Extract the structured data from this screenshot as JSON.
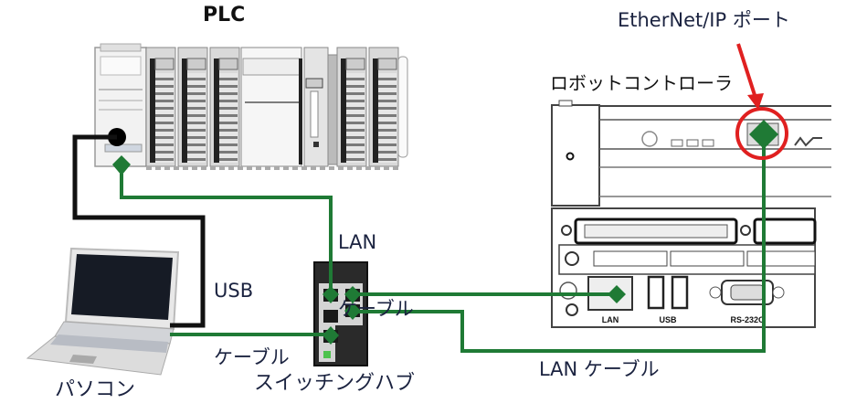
{
  "title": "EtherNet/IP connection diagram",
  "labels": {
    "plc": "PLC",
    "ethernet_ip_port": "EtherNet/IP ポート",
    "robot_controller": "ロボットコントローラ",
    "lan_cable_top_line1": "LAN",
    "lan_cable_top_line2": "ケーブル",
    "usb_cable_line1": "USB",
    "usb_cable_line2": "ケーブル",
    "pc": "パソコン",
    "switching_hub": "スイッチングハブ",
    "lan_cable_bottom": "LAN ケーブル"
  },
  "controller_ports": {
    "lan": "LAN",
    "usb": "USB",
    "rs232c": "RS-232C"
  },
  "colors": {
    "lan_cable": "#1f7a35",
    "usb_cable": "#111111",
    "highlight": "#e02020",
    "hub_body": "#2a2a2a",
    "hub_led": "#4cc24c",
    "text": "#1b2340"
  }
}
